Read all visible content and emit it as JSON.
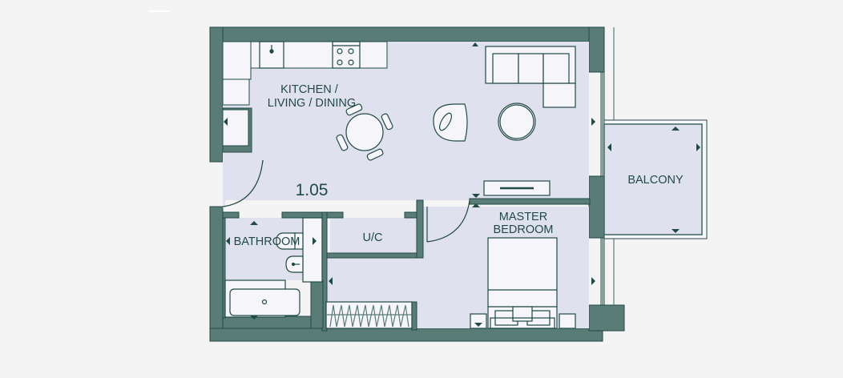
{
  "plan": {
    "unit_number": "1.05",
    "rooms": {
      "kitchen_line1": "KITCHEN /",
      "kitchen_line2": "LIVING / DINING",
      "bathroom": "BATHROOM",
      "utility": "U/C",
      "bedroom_line1": "MASTER",
      "bedroom_line2": "BEDROOM",
      "balcony": "BALCONY"
    },
    "colors": {
      "wall": "#5a7c77",
      "outline": "#1f4a45",
      "floor": "#e0e1ef",
      "furniture": "#f5f5fa",
      "background": "#f4f4f4"
    }
  }
}
